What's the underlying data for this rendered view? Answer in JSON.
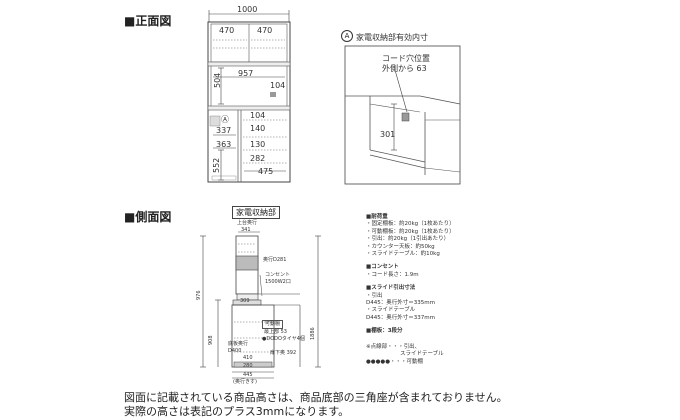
{
  "front": {
    "title": "■正面図",
    "total_width": "1000",
    "upper_left_w": "470",
    "upper_right_w": "470",
    "mid_w": "957",
    "mid_h": "504",
    "mid_small": "104",
    "low_a": "Ⓐ",
    "low_337": "337",
    "low_104": "104",
    "low_140": "140",
    "low_363": "363",
    "low_130": "130",
    "low_282": "282",
    "low_552": "552",
    "low_475": "475"
  },
  "detailA": {
    "badge": "A",
    "title": "家電収納部有効内寸",
    "cord1": "コード穴位置",
    "cord2": "外側から 63",
    "dim301": "301"
  },
  "side": {
    "title": "■側面図",
    "box_label": "家電収納部",
    "top_depth_label": "上台奥行",
    "top_depth": "341",
    "shelf_depth": "奥行D281",
    "outlet1": "コンセント",
    "outlet2": "1500W2口",
    "d_309": "309",
    "h_976": "976",
    "h_908": "908",
    "h_1886": "1886",
    "movable": "可動棚",
    "upper_dim": "最上部 53",
    "lower_text": "●DODOタイヤ4個",
    "drawer": "扉下奥 392",
    "bottom_depth": "底板奥行",
    "bottom_d": "D400",
    "d_410": "410",
    "d_280": "280",
    "d_445": "445",
    "base_depth": "(奥行きす)"
  },
  "specs": {
    "h_load": "■耐荷重",
    "l1": "・固定棚板：約20kg（1枚あたり）",
    "l2": "・可動棚板：約20kg（1枚あたり）",
    "l3": "・引出：約20kg（1引出あたり）",
    "l4": "・カウンター天板：約50kg",
    "l5": "・スライドテーブル：約10kg",
    "h_outlet": "■コンセント",
    "o1": "・コード長さ：1.9m",
    "h_slide": "■スライド引出寸法",
    "s1": "・引出",
    "s2": "D445：奥行外寸＝335mm",
    "s3": "・スライドテーブル",
    "s4": "D445：奥行外寸＝337mm",
    "h_shelf": "■棚板：3段分",
    "legend1": "※点線部・・・引出、",
    "legend2": "スライドテーブル",
    "legend3": "●●●●●・・・可動棚"
  },
  "footer": {
    "line1": "図面に記載されている商品高さは、商品底部の三角座が含まれておりません。",
    "line2": "実際の高さは表記のプラス3mmになります。"
  }
}
